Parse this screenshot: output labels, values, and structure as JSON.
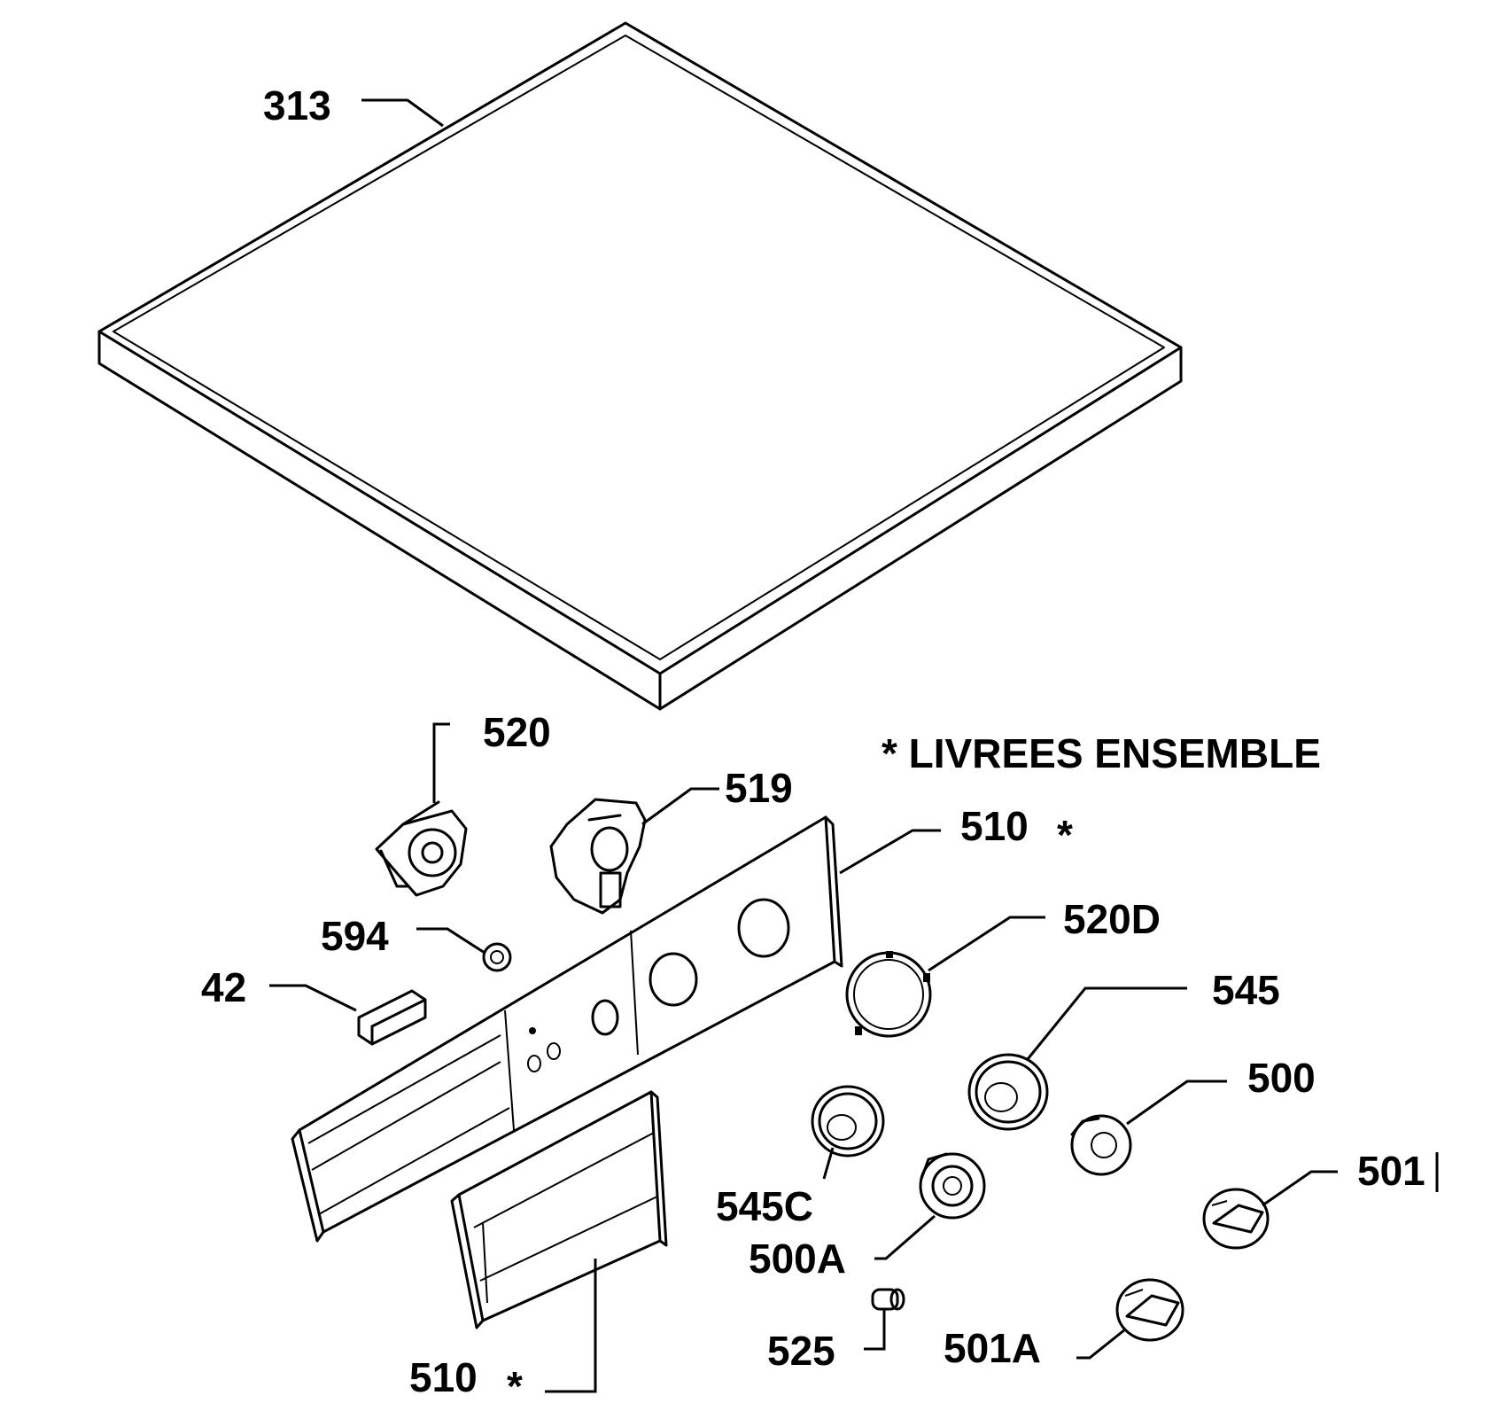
{
  "note": "* LIVREES ENSEMBLE",
  "labels": {
    "p313": "313",
    "p520": "520",
    "p519": "519",
    "p510_top": "510",
    "p510_top_star": "*",
    "p594": "594",
    "p42": "42",
    "p520D": "520D",
    "p545": "545",
    "p500": "500",
    "p501": "501",
    "p545C": "545C",
    "p500A": "500A",
    "p525": "525",
    "p501A": "501A",
    "p510_bottom": "510",
    "p510_bottom_star": "*"
  },
  "colors": {
    "ink": "#000000",
    "paper": "#ffffff"
  }
}
